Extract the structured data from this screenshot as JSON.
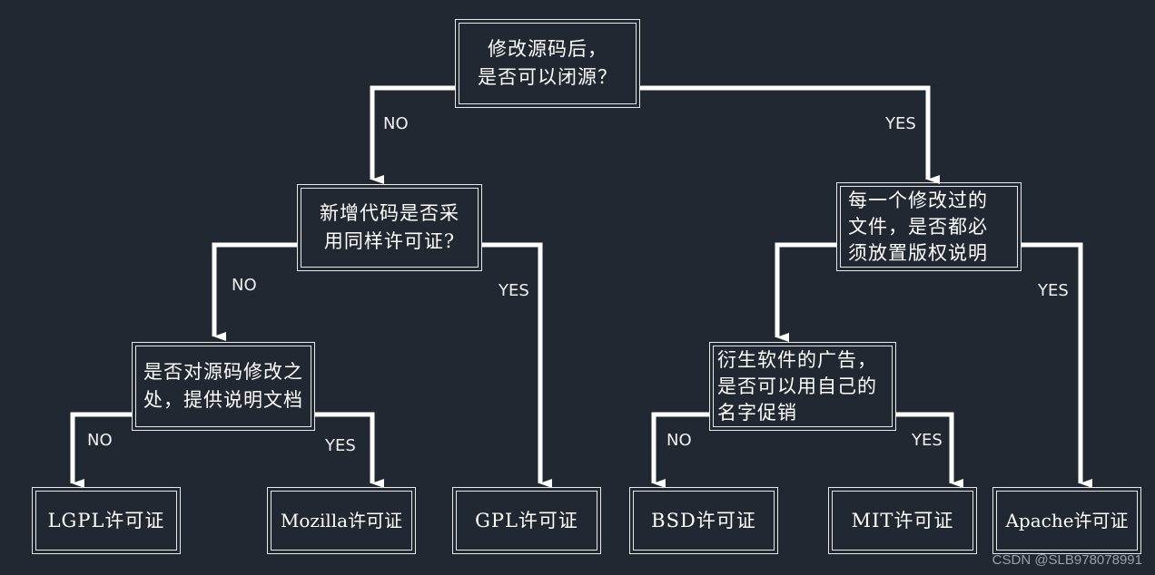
{
  "diagram": {
    "nodes": {
      "root": "修改源码后，\n是否可以闭源？",
      "new_code": "新增代码是否采\n用同样许可证?",
      "each_file": "每一个修改过的\n文件，是否都必\n须放置版权说明",
      "doc_changes": "是否对源码修改之\n处，提供说明文档",
      "ad_name": "衍生软件的广告，\n是否可以用自己的\n名字促销",
      "lgpl": "LGPL许可证",
      "mozilla": "Mozilla许可证",
      "gpl": "GPL许可证",
      "bsd": "BSD许可证",
      "mit": "MIT许可证",
      "apache": "Apache许可证"
    },
    "edge_labels": {
      "root_no": "NO",
      "root_yes": "YES",
      "new_code_no": "NO",
      "new_code_yes": "YES",
      "each_file_yes": "YES",
      "doc_no": "NO",
      "doc_yes": "YES",
      "ad_no": "NO",
      "ad_yes": "YES"
    }
  },
  "watermark": "CSDN @SLB978078991",
  "colors": {
    "background": "#222831",
    "line": "#ffffff",
    "text": "#ffffff"
  }
}
